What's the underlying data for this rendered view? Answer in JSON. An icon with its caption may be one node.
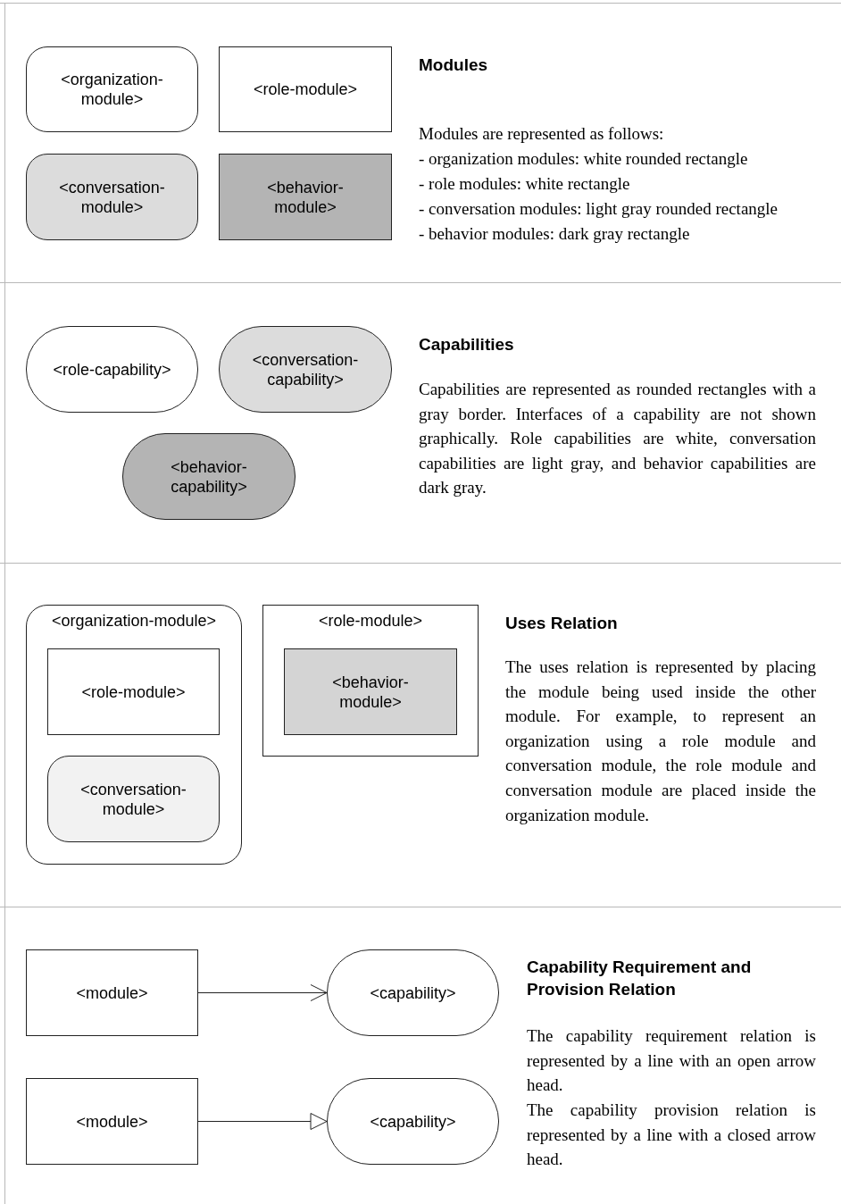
{
  "diagram": {
    "nodes": [
      {
        "text": [
          "<organization-module>"
        ]
      },
      {
        "text": [
          "<role-module>"
        ]
      },
      {
        "text": [
          "<conversation-module>"
        ]
      },
      {
        "text": [
          "<behavior-module>"
        ]
      },
      {
        "text": [
          "<role-capability>"
        ]
      },
      {
        "text": [
          "<conversation-capability>"
        ]
      },
      {
        "text": [
          "<behavior-capability>"
        ]
      },
      {
        "text": [
          "<organization-module>"
        ]
      },
      {
        "text": [
          "<role-module>"
        ],
        "in": 7
      },
      {
        "text": [
          "<conversation-module>"
        ],
        "in": 7
      },
      {
        "text": [
          "<role-module>"
        ]
      },
      {
        "text": [
          "<behavior-module>"
        ],
        "in": 10
      },
      {
        "text": [
          "<module>"
        ]
      },
      {
        "text": [
          "<capability>"
        ]
      },
      {
        "text": [
          "<module>"
        ]
      },
      {
        "text": [
          "<capability>"
        ]
      }
    ],
    "edges": [
      {
        "from": 12,
        "to": 13,
        "arrow": "to"
      },
      {
        "from": 14,
        "to": 15,
        "arrow": "to"
      }
    ],
    "labels": [
      "Modules",
      "Modules are represented as follows:",
      "- organization modules: white rounded rectangle",
      "- role modules: white rectangle",
      "- conversation modules: light gray rounded rectangle",
      "- behavior modules: dark gray rectangle",
      "Capabilities",
      "Capabilities are represented as rounded rectangles with a gray border. Interfaces of a capability are not shown graphically. Role capabilities are white, conversation capabilities are light gray, and behavior capabilities are dark gray.",
      "Uses Relation",
      "The uses relation is represented by placing the module being used inside the other module. For example, to represent an organization using a role module and conversation module, the role module and conversation module are placed inside the organization module.",
      "Capability Requirement and Provision Relation",
      "The capability requirement relation is represented by a line with an open arrow head.",
      "The capability provision relation is represented by a line with a closed arrow head."
    ]
  }
}
